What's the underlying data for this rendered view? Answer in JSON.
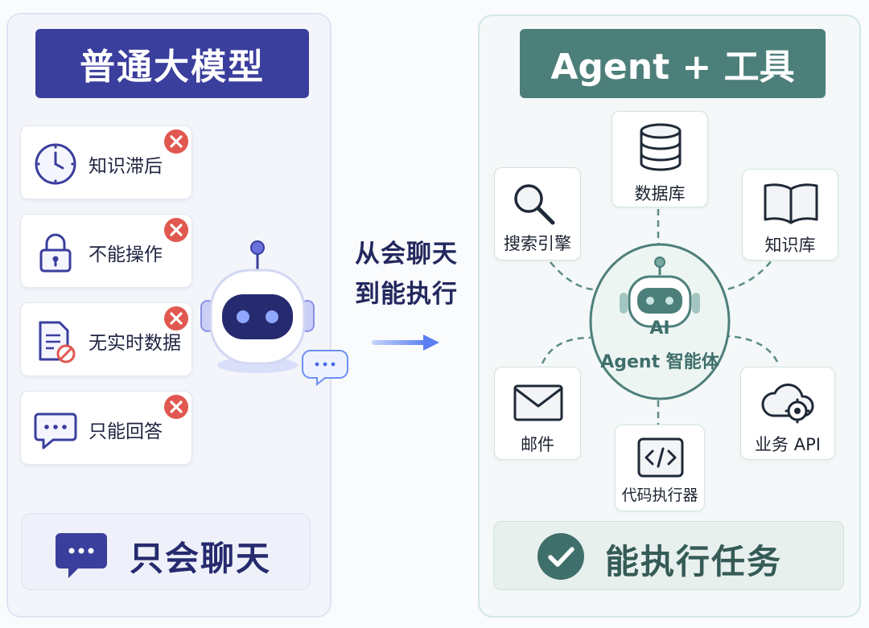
{
  "left": {
    "title": "普通大模型",
    "limitations": [
      {
        "label": "知识滞后",
        "icon": "clock-icon"
      },
      {
        "label": "不能操作",
        "icon": "lock-icon"
      },
      {
        "label": "无实时数据",
        "icon": "document-blocked-icon"
      },
      {
        "label": "只能回答",
        "icon": "chat-bubble-icon"
      }
    ],
    "summary": "只会聊天"
  },
  "middle": {
    "line1": "从会聊天",
    "line2": "到能执行"
  },
  "right": {
    "title": "Agent + 工具",
    "center_badge": "AI",
    "center_label": "Agent 智能体",
    "tools": [
      {
        "label": "数据库",
        "icon": "database-icon"
      },
      {
        "label": "搜索引擎",
        "icon": "search-icon"
      },
      {
        "label": "知识库",
        "icon": "book-icon"
      },
      {
        "label": "邮件",
        "icon": "mail-icon"
      },
      {
        "label": "代码执行器",
        "icon": "code-icon"
      },
      {
        "label": "业务 API",
        "icon": "cloud-gear-icon"
      }
    ],
    "summary": "能执行任务"
  },
  "colors": {
    "left_accent": "#3a3e9c",
    "right_accent": "#4d7f7a",
    "cross_red": "#e0584f"
  }
}
